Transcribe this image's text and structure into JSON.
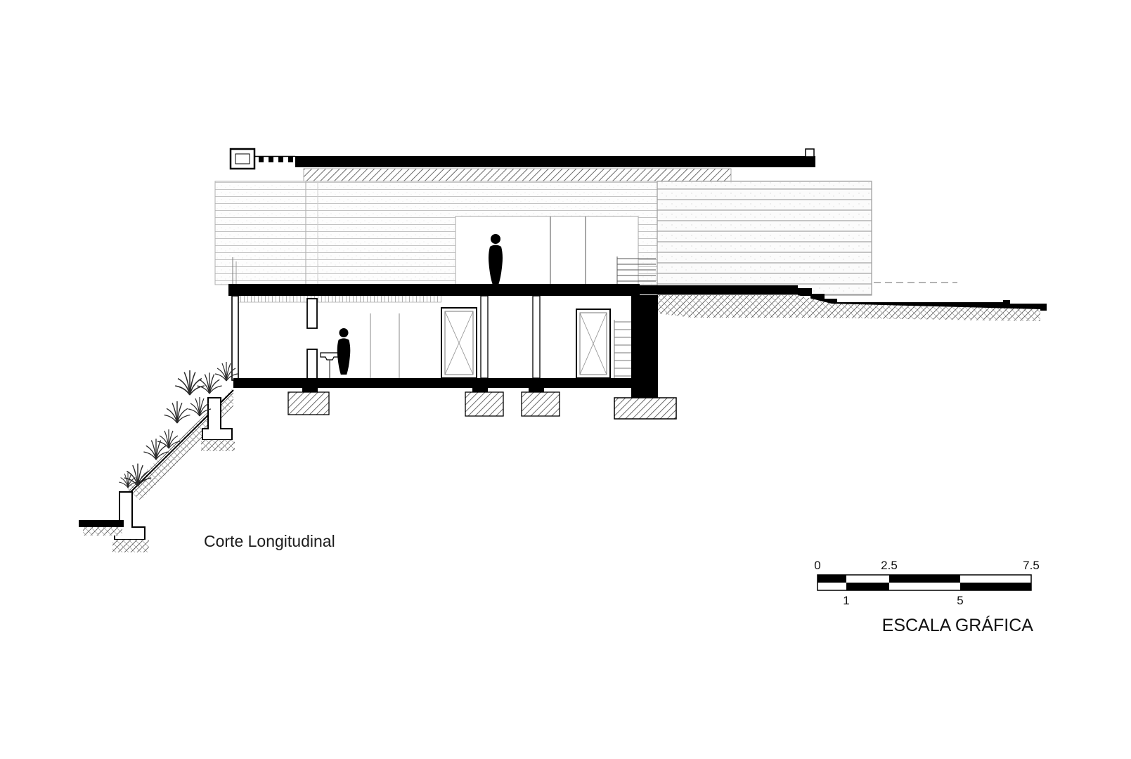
{
  "page": {
    "background": "#ffffff"
  },
  "drawing": {
    "title": "Corte Longitudinal",
    "colors": {
      "ink": "#000000",
      "texture_line": "#b5b5b5",
      "hatch_line": "#666666"
    },
    "icons": [
      "person-figure",
      "plant-tuft"
    ]
  },
  "scale_bar": {
    "label": "ESCALA GRÁFICA",
    "top_labels": [
      "0",
      "2.5",
      "7.5"
    ],
    "bottom_labels": [
      "1",
      "5"
    ]
  }
}
